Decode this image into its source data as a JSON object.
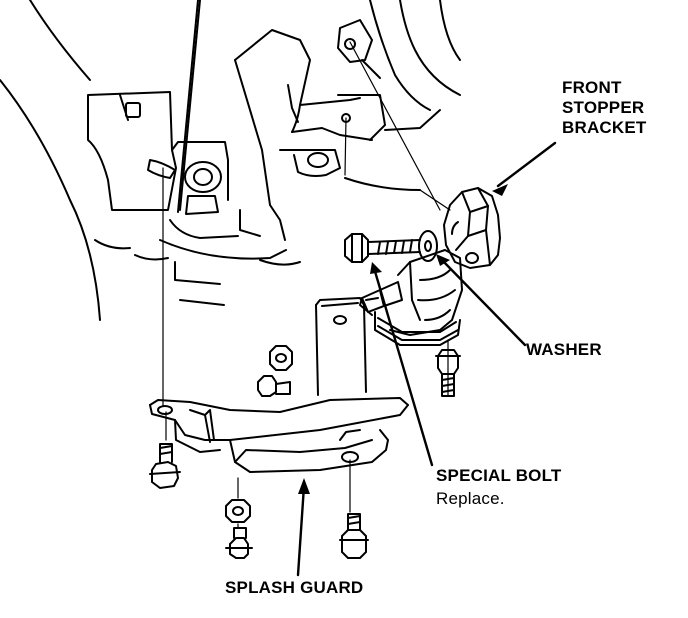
{
  "labels": {
    "front_stopper_bracket": [
      "FRONT",
      "STOPPER",
      "BRACKET"
    ],
    "washer": "WASHER",
    "special_bolt": "SPECIAL BOLT",
    "special_bolt_note": "Replace.",
    "splash_guard": "SPLASH GUARD"
  },
  "colors": {
    "line": "#000000",
    "background": "#ffffff"
  }
}
